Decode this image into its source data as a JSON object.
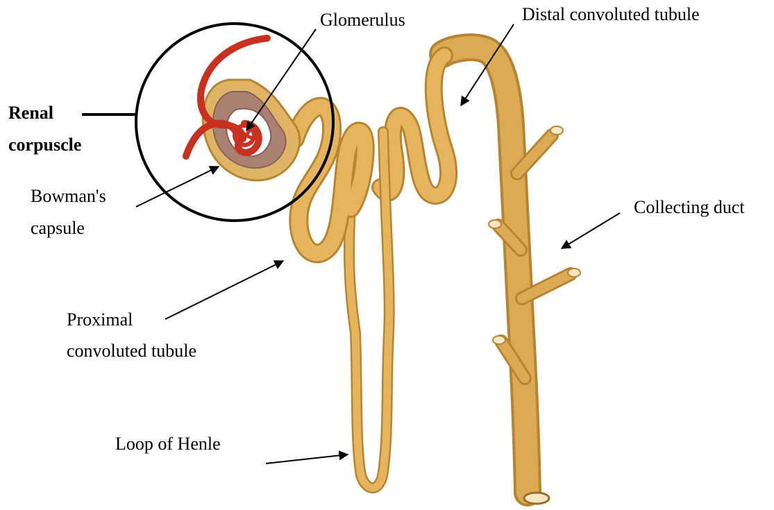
{
  "labels": {
    "glomerulus": "Glomerulus",
    "distal": "Distal convoluted tubule",
    "renal_line1": "Renal",
    "renal_line2": "corpuscle",
    "bowman_line1": "Bowman's",
    "bowman_line2": "capsule",
    "collecting": "Collecting duct",
    "proximal_line1": "Proximal",
    "proximal_line2": "convoluted tubule",
    "loop": "Loop of Henle"
  },
  "colors": {
    "tubule_fill": "#e6b45c",
    "tubule_outline": "#b78432",
    "duct_fill": "#d9a44c",
    "capsule_fill": "#a98072",
    "vessel": "#c9301f",
    "circle": "#000000"
  }
}
